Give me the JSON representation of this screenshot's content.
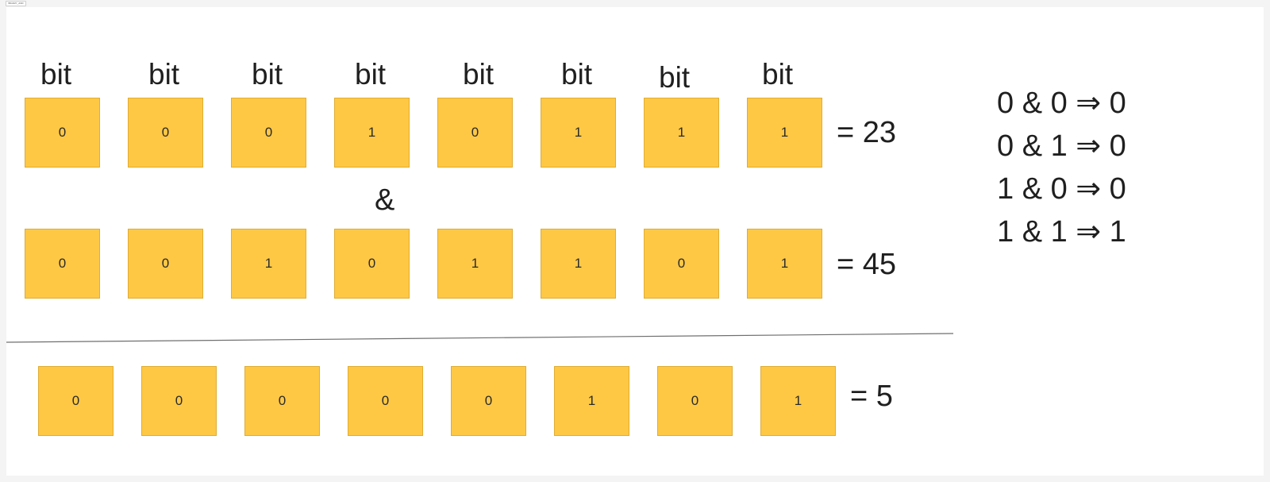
{
  "frame_label": "BINARY_AND",
  "bit_labels": [
    "bit",
    "bit",
    "bit",
    "bit",
    "bit",
    "bit",
    "bit",
    "bit"
  ],
  "row_a": {
    "bits": [
      "0",
      "0",
      "0",
      "1",
      "0",
      "1",
      "1",
      "1"
    ],
    "result": "= 23"
  },
  "operator": "&",
  "row_b": {
    "bits": [
      "0",
      "0",
      "1",
      "0",
      "1",
      "1",
      "0",
      "1"
    ],
    "result": "= 45"
  },
  "row_c": {
    "bits": [
      "0",
      "0",
      "0",
      "0",
      "0",
      "1",
      "0",
      "1"
    ],
    "result": "= 5"
  },
  "truth_table": [
    "0 & 0 ⇒ 0",
    "0 & 1 ⇒ 0",
    "1 & 0 ⇒ 0",
    "1 & 1 ⇒ 1"
  ],
  "colors": {
    "box_fill": "#fec845",
    "box_border": "#e0ad34",
    "text": "#1f1f1f"
  }
}
